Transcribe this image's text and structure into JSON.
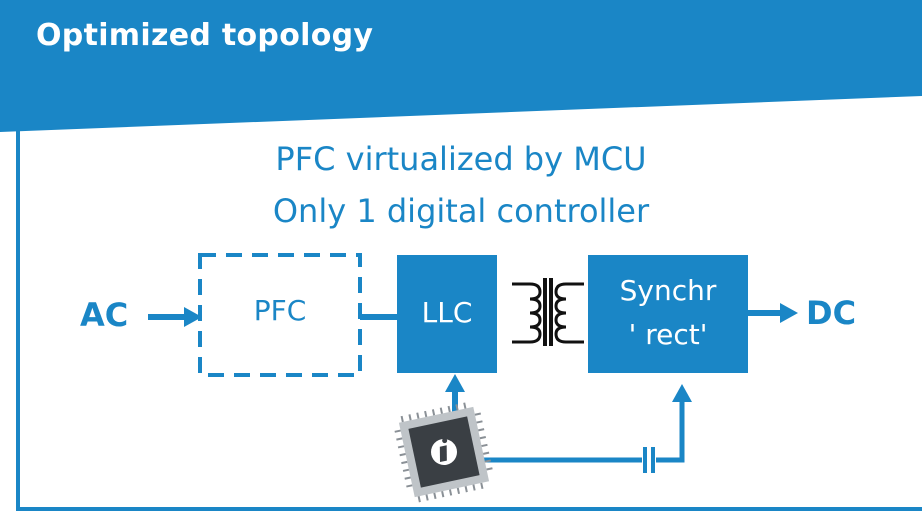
{
  "header": {
    "title": "Optimized topology"
  },
  "subtitles": [
    "PFC virtualized by MCU",
    "Only 1 digital controller"
  ],
  "diagram": {
    "input_label": "AC",
    "output_label": "DC",
    "blocks": {
      "pfc": "PFC",
      "llc": "LLC",
      "sync_line1": "Synchr",
      "sync_line2": "' rect'"
    }
  },
  "colors": {
    "accent": "#1a86c6",
    "header_bg": "#1a86c6",
    "block_fill": "#1a86c6",
    "background": "#ffffff"
  },
  "icons": {
    "mcu": "microcontroller-chip-icon",
    "transformer": "transformer-icon",
    "isolation": "capacitor-isolation-icon"
  }
}
